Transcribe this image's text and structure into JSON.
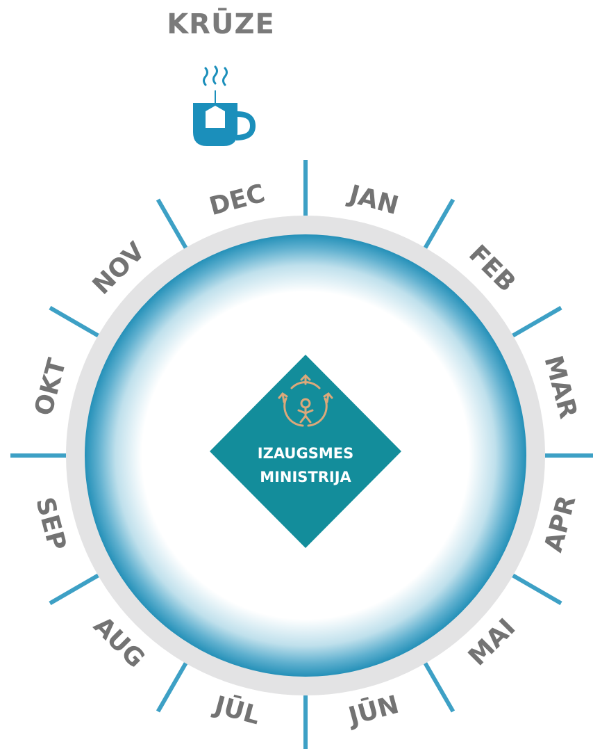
{
  "title": "KRŪZE",
  "icon": "tea-cup-icon",
  "logo": {
    "line1": "IZAUGSMES",
    "line2": "MINISTRIJA",
    "color": "#138d9b",
    "emblem_color": "#dca87a"
  },
  "months": [
    "JAN",
    "FEB",
    "MAR",
    "APR",
    "MAI",
    "JŪN",
    "JŪL",
    "AUG",
    "SEP",
    "OKT",
    "NOV",
    "DEC"
  ],
  "colors": {
    "accent": "#1b8fbb",
    "ring": "#e3e3e4",
    "text": "#737373"
  }
}
